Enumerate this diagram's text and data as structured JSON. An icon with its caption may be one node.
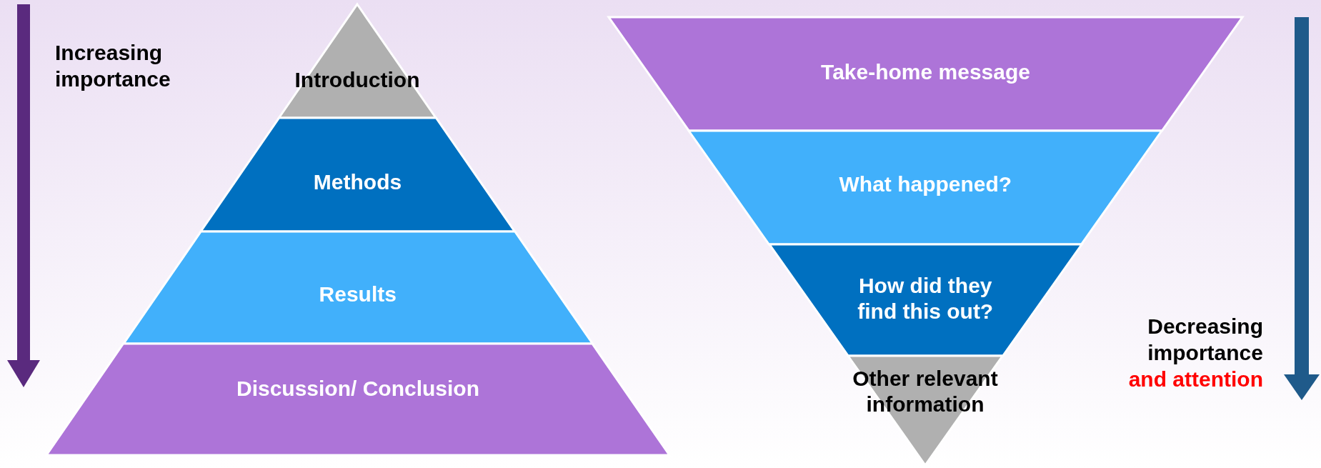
{
  "diagram": {
    "nodes": [
      {
        "text": [
          "Introduction"
        ]
      },
      {
        "text": [
          "Methods"
        ]
      },
      {
        "text": [
          "Results"
        ]
      },
      {
        "text": [
          "Discussion/ Conclusion"
        ]
      },
      {
        "text": [
          "Take-home message"
        ]
      },
      {
        "text": [
          "What happened?"
        ]
      },
      {
        "text": [
          "How did they find this out?"
        ]
      },
      {
        "text": [
          "Other relevant information"
        ]
      }
    ],
    "labels": [
      "Increasing importance",
      "Decreasing importance",
      "and attention"
    ]
  }
}
